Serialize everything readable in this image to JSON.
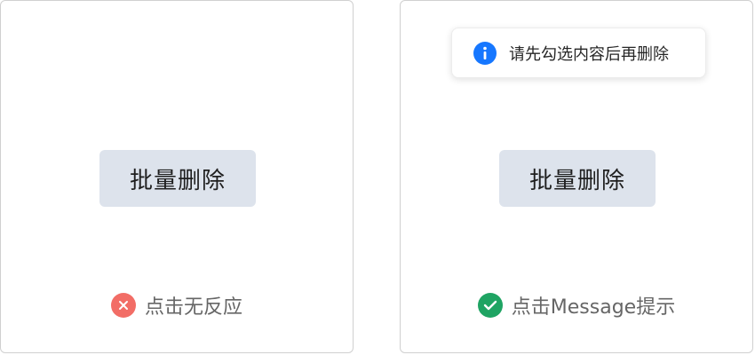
{
  "left_panel": {
    "button_label": "批量删除",
    "caption": "点击无反应",
    "caption_icon": "close-circle-icon",
    "caption_icon_color": "#f26d66"
  },
  "right_panel": {
    "toast": {
      "icon": "info-icon",
      "icon_color": "#1677ff",
      "text": "请先勾选内容后再删除"
    },
    "button_label": "批量删除",
    "caption": "点击Message提示",
    "caption_icon": "check-circle-icon",
    "caption_icon_color": "#1fa463"
  },
  "colors": {
    "button_bg": "#dde3ec",
    "panel_border": "#d0d0d0"
  }
}
